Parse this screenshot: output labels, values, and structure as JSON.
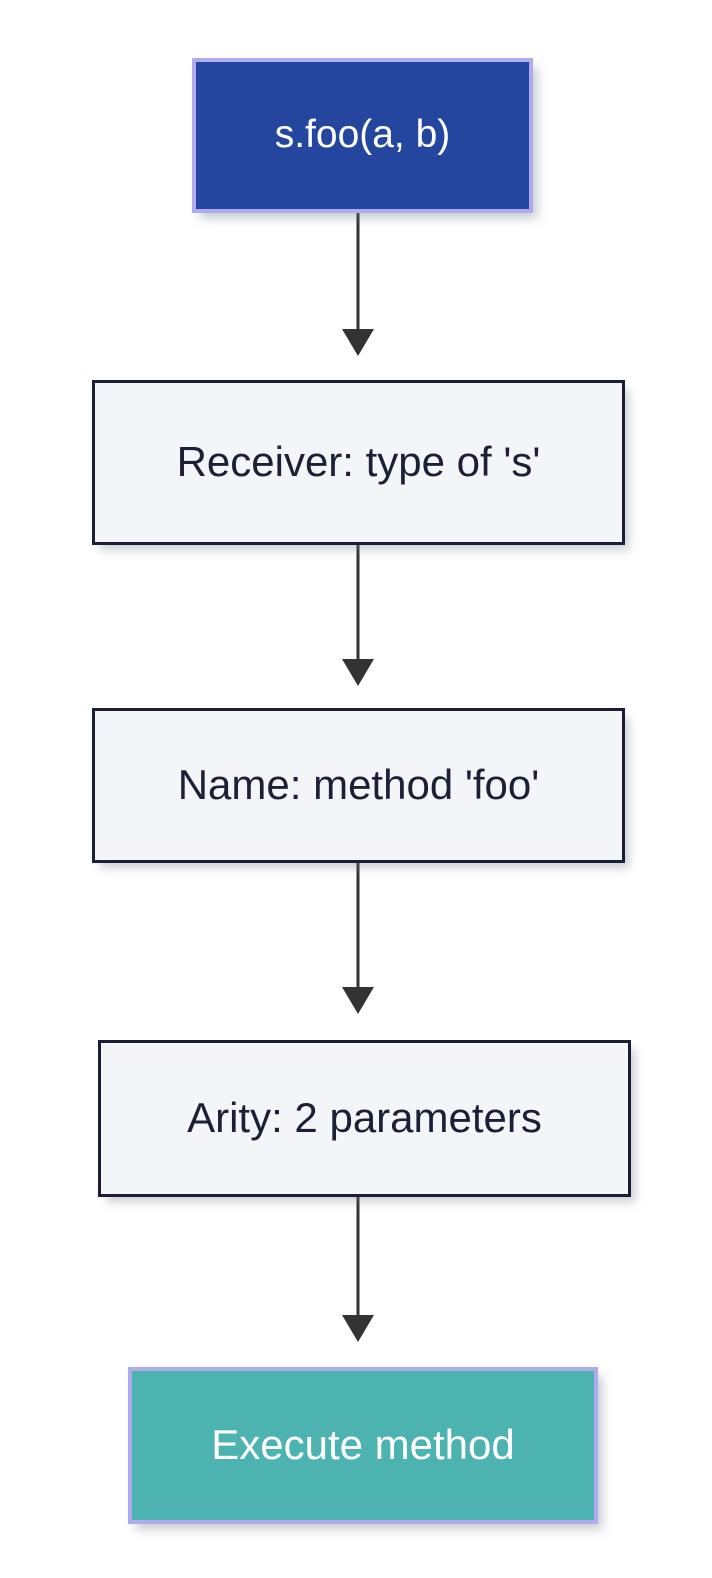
{
  "diagram": {
    "type": "flowchart",
    "orientation": "top-to-bottom",
    "background_color": "#ffffff",
    "nodes": [
      {
        "id": "call",
        "label": "s.foo(a, b)",
        "role": "start",
        "fill_color": "#24469e",
        "border_color": "#b0abec",
        "text_color": "#ffffff"
      },
      {
        "id": "receiver",
        "label": "Receiver: type of 's'",
        "role": "process",
        "fill_color": "#f4f5f9",
        "border_color": "#1a1f36",
        "text_color": "#1b2034"
      },
      {
        "id": "name",
        "label": "Name: method 'foo'",
        "role": "process",
        "fill_color": "#f4f5f9",
        "border_color": "#1a1f36",
        "text_color": "#1b2034"
      },
      {
        "id": "arity",
        "label": "Arity: 2 parameters",
        "role": "process",
        "fill_color": "#f4f5f9",
        "border_color": "#1a1f36",
        "text_color": "#1b2034"
      },
      {
        "id": "execute",
        "label": "Execute method",
        "role": "terminal",
        "fill_color": "#4cb3b0",
        "border_color": "#b0abec",
        "text_color": "#ffffff"
      }
    ],
    "edges": [
      {
        "from": "call",
        "to": "receiver",
        "label": "",
        "arrow": "filled-triangle",
        "color": "#333333"
      },
      {
        "from": "receiver",
        "to": "name",
        "label": "",
        "arrow": "filled-triangle",
        "color": "#333333"
      },
      {
        "from": "name",
        "to": "arity",
        "label": "",
        "arrow": "filled-triangle",
        "color": "#333333"
      },
      {
        "from": "arity",
        "to": "execute",
        "label": "",
        "arrow": "filled-triangle",
        "color": "#333333"
      }
    ]
  }
}
